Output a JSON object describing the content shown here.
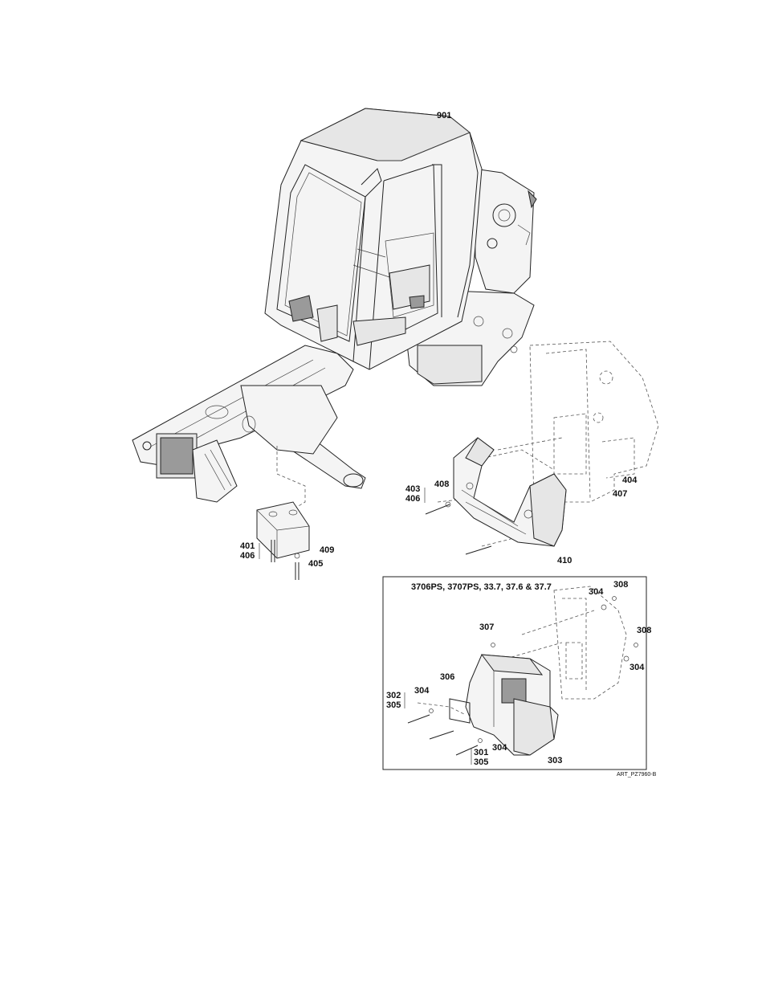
{
  "diagram": {
    "callouts_main": {
      "c901": "901",
      "c403": "403",
      "c406a": "406",
      "c408": "408",
      "c404": "404",
      "c407": "407",
      "c401": "401",
      "c406b": "406",
      "c409": "409",
      "c405": "405",
      "c410": "410"
    },
    "inset": {
      "title": "3706PS, 3707PS, 33.7, 37.6 & 37.7",
      "callouts": {
        "c304a": "304",
        "c308a": "308",
        "c307": "307",
        "c308b": "308",
        "c304b": "304",
        "c306": "306",
        "c302": "302",
        "c305a": "305",
        "c304c": "304",
        "c301": "301",
        "c305b": "305",
        "c304d": "304",
        "c303": "303"
      },
      "art_ref": "ART_PZ7960-B"
    }
  }
}
